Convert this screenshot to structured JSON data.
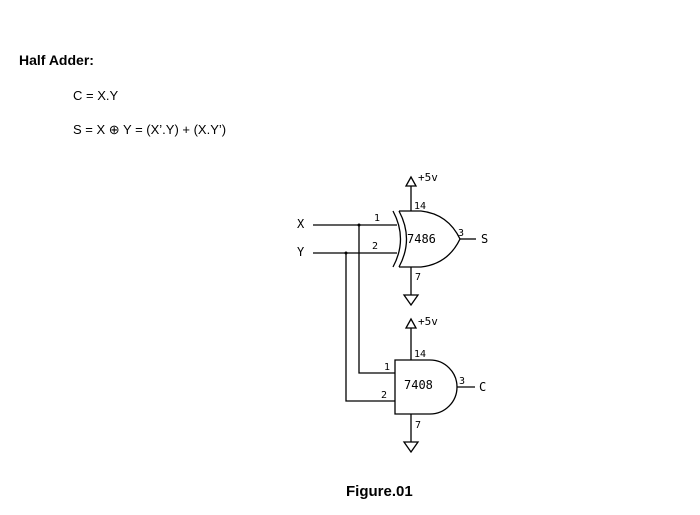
{
  "heading": "Half Adder:",
  "equations": {
    "carry": "C = X.Y",
    "sum": "S = X ⊕ Y = (X’.Y) + (X.Y’)"
  },
  "caption": "Figure.01",
  "circuit": {
    "input_x": "X",
    "input_y": "Y",
    "output_s": "S",
    "output_c": "C",
    "xor_chip": "7486",
    "and_chip": "7408",
    "supply": "+5v",
    "pins": {
      "in1": "1",
      "in2": "2",
      "out": "3",
      "vcc": "14",
      "gnd": "7"
    }
  }
}
